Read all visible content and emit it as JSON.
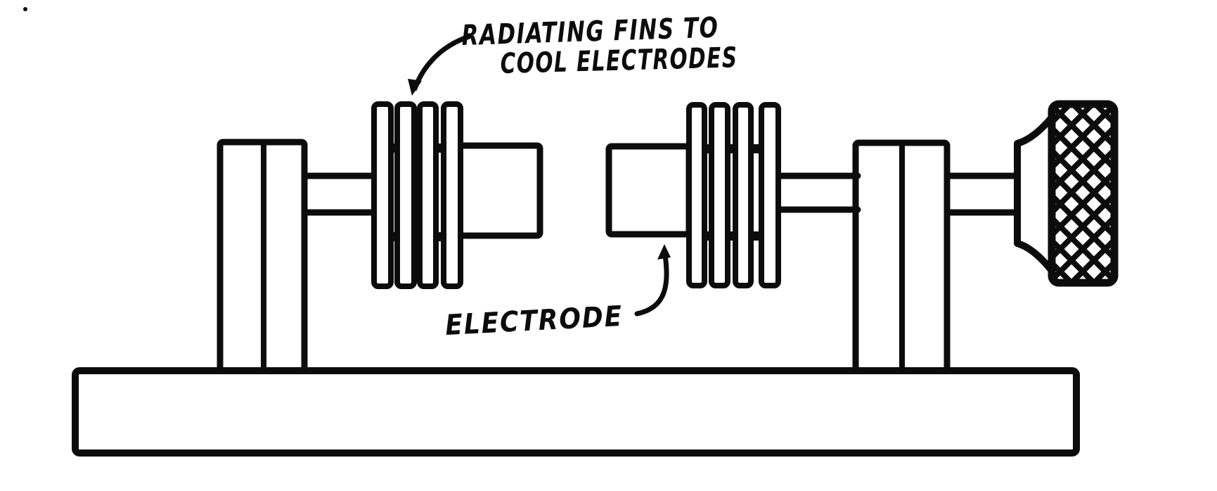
{
  "diagram": {
    "type": "technical-line-drawing",
    "colors": {
      "ink": "#0c0c0c",
      "paper": "#ffffff"
    },
    "annotations": {
      "fins_label_line1": "RADIATING FINS TO",
      "fins_label_line2": "COOL ELECTRODES",
      "electrode_label": "ELECTRODE"
    },
    "parts": [
      "base",
      "left-standard",
      "right-standard",
      "left-shaft",
      "right-shaft",
      "knob-shaft",
      "left-cooling-fins",
      "right-cooling-fins",
      "left-electrode",
      "right-electrode",
      "knurled-adjustment-knob"
    ]
  }
}
